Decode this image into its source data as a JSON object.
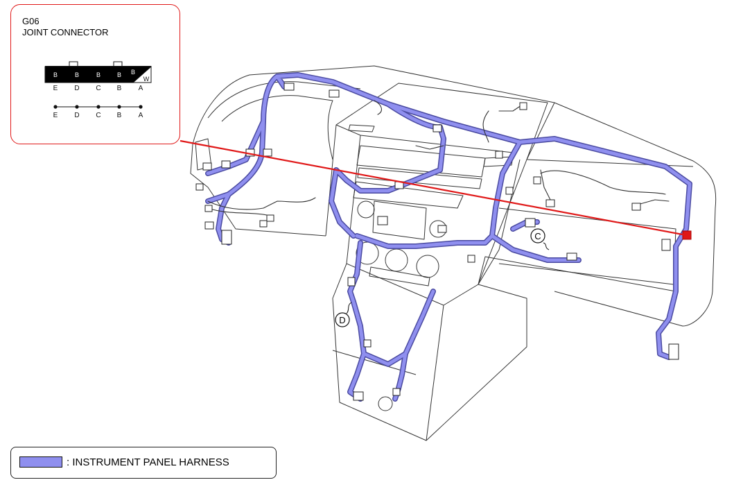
{
  "connector": {
    "code": "G06",
    "name": "JOINT CONNECTOR",
    "top_labels": [
      "B",
      "B",
      "B",
      "B",
      "B"
    ],
    "corner_label": "W",
    "pin_labels": [
      "E",
      "D",
      "C",
      "B",
      "A"
    ],
    "schematic_labels": [
      "E",
      "D",
      "C",
      "B",
      "A"
    ]
  },
  "markers": {
    "c": "C",
    "d": "D"
  },
  "legend": {
    "label": ": INSTRUMENT PANEL HARNESS"
  },
  "colors": {
    "harness": "#8f8fef",
    "harness_edge": "#4a4aa0",
    "pointer": "#e01818",
    "outline": "#333333"
  }
}
